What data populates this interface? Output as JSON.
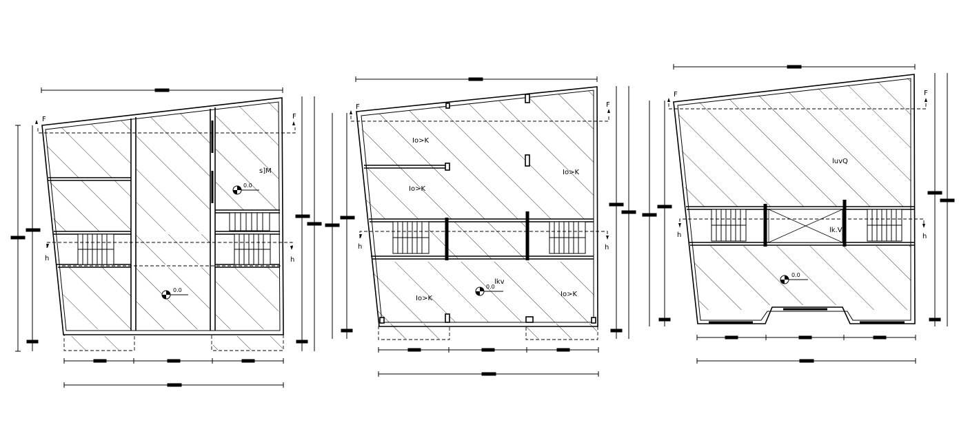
{
  "plans": [
    {
      "name": "plan-left",
      "section_markers": {
        "top": "F",
        "bottom": "h"
      },
      "level_marks": [
        "0.0",
        "0.0"
      ],
      "room_labels": [
        "s]M"
      ]
    },
    {
      "name": "plan-middle",
      "section_markers": {
        "top": "F",
        "bottom": "h"
      },
      "level_marks": [
        "0.0"
      ],
      "room_labels": [
        "Io>K",
        "Io>K",
        "Io>K",
        "Io>K",
        "Io>K",
        "lkv"
      ]
    },
    {
      "name": "plan-right",
      "section_markers": {
        "top": "F",
        "bottom": "h"
      },
      "level_marks": [
        "0.0"
      ],
      "room_labels": [
        "luvQ",
        "lk.V"
      ]
    }
  ],
  "colors": {
    "line": "#000000",
    "background": "#ffffff"
  }
}
